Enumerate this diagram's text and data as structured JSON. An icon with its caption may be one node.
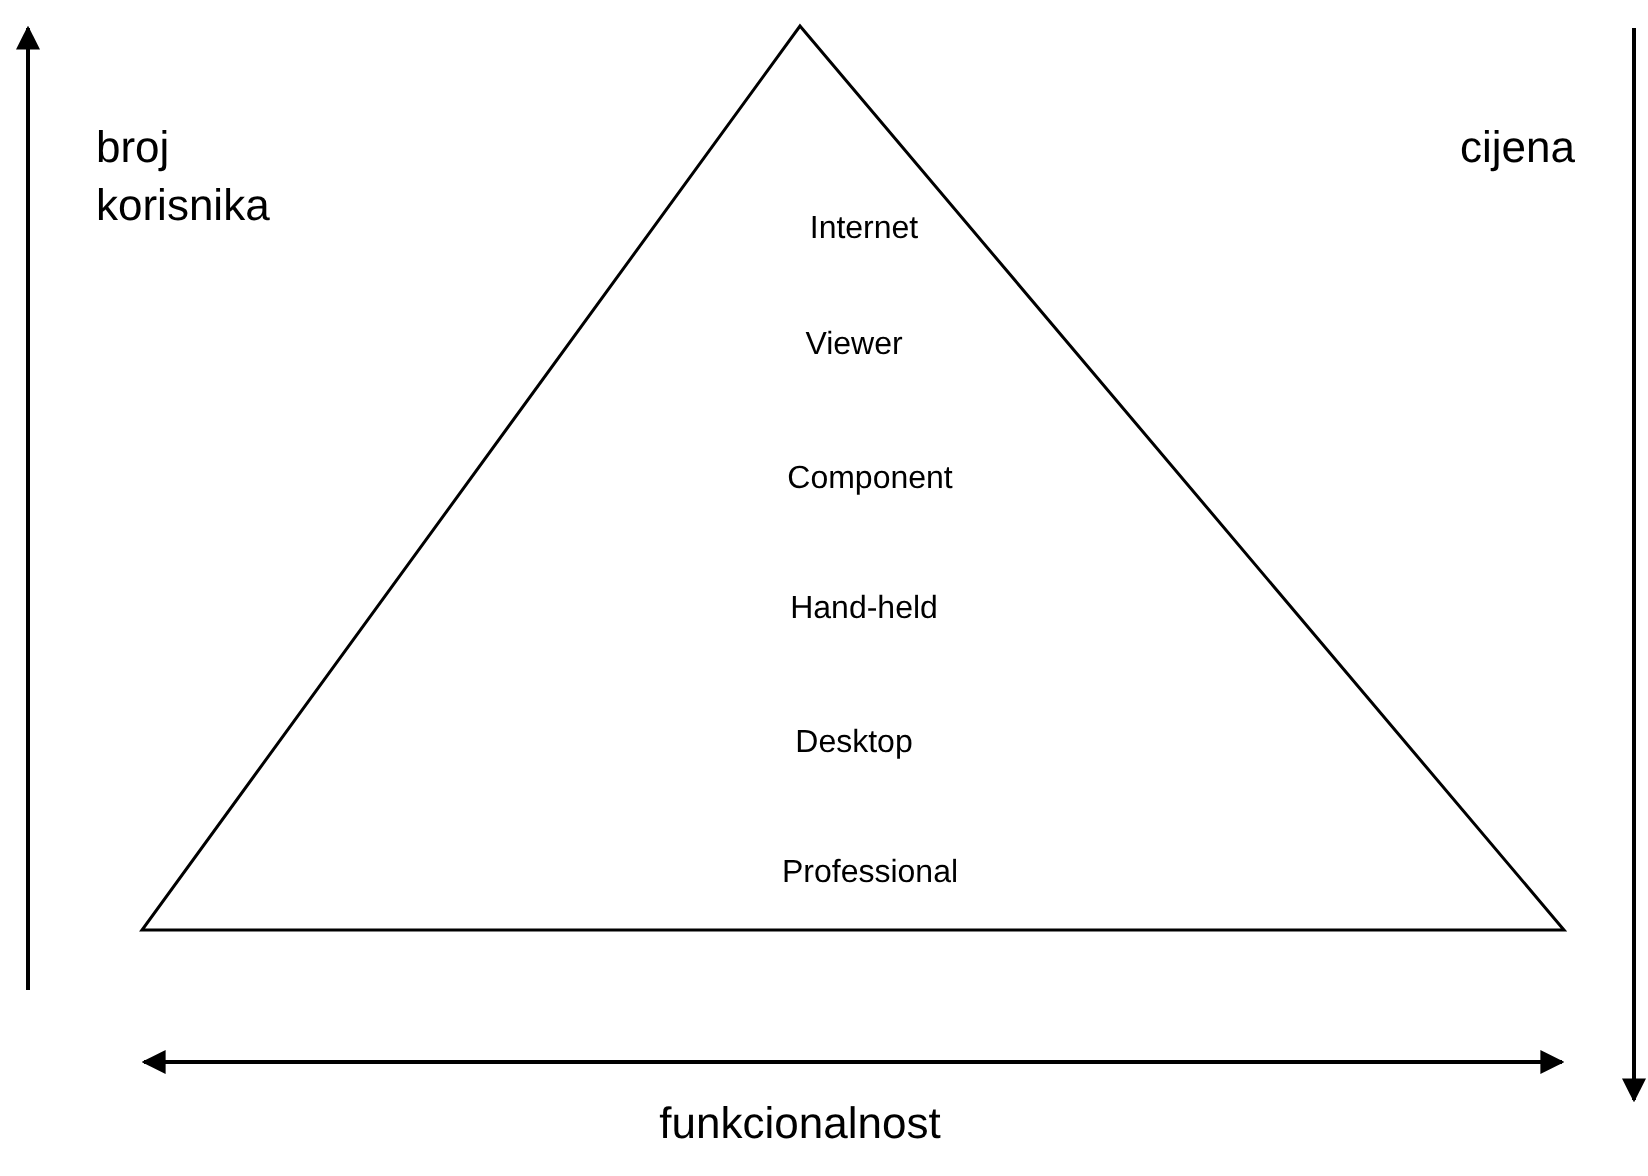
{
  "diagram": {
    "nodes": [
      {
        "text": [
          "Internet",
          "Viewer",
          "Component",
          "Hand-held",
          "Desktop",
          "Professional"
        ]
      }
    ],
    "labels": [
      "broj korisnika",
      "cijena",
      "funkcionalnost"
    ]
  }
}
